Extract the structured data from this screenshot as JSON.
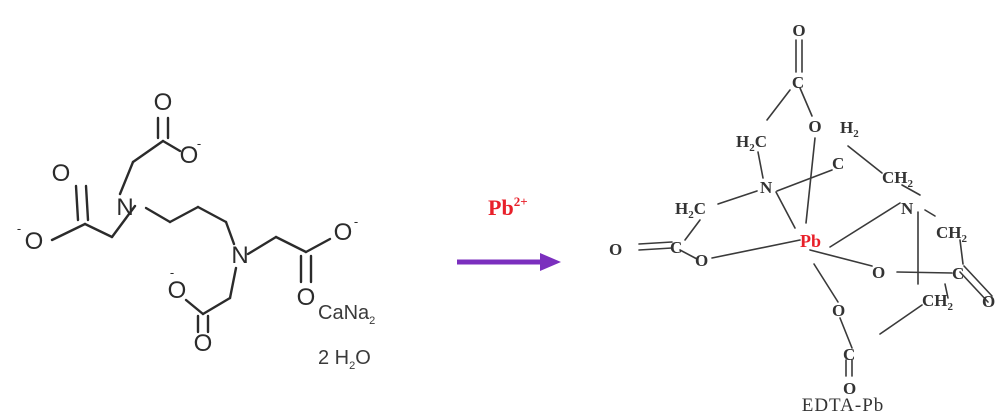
{
  "reactant": {
    "salt_formula": "CaNa",
    "salt_subscript": "2",
    "hydrate": "2 H",
    "hydrate_subscript": "2",
    "hydrate_tail": "O"
  },
  "reagent": {
    "symbol": "Pb",
    "superscript": "2+"
  },
  "product": {
    "label": "EDTA-Pb",
    "metal": "Pb"
  },
  "colors": {
    "reagent": "#e8202a",
    "arrow": "#7b2fbe",
    "metal": "#e8202a",
    "bond": "#2b2b2b"
  }
}
